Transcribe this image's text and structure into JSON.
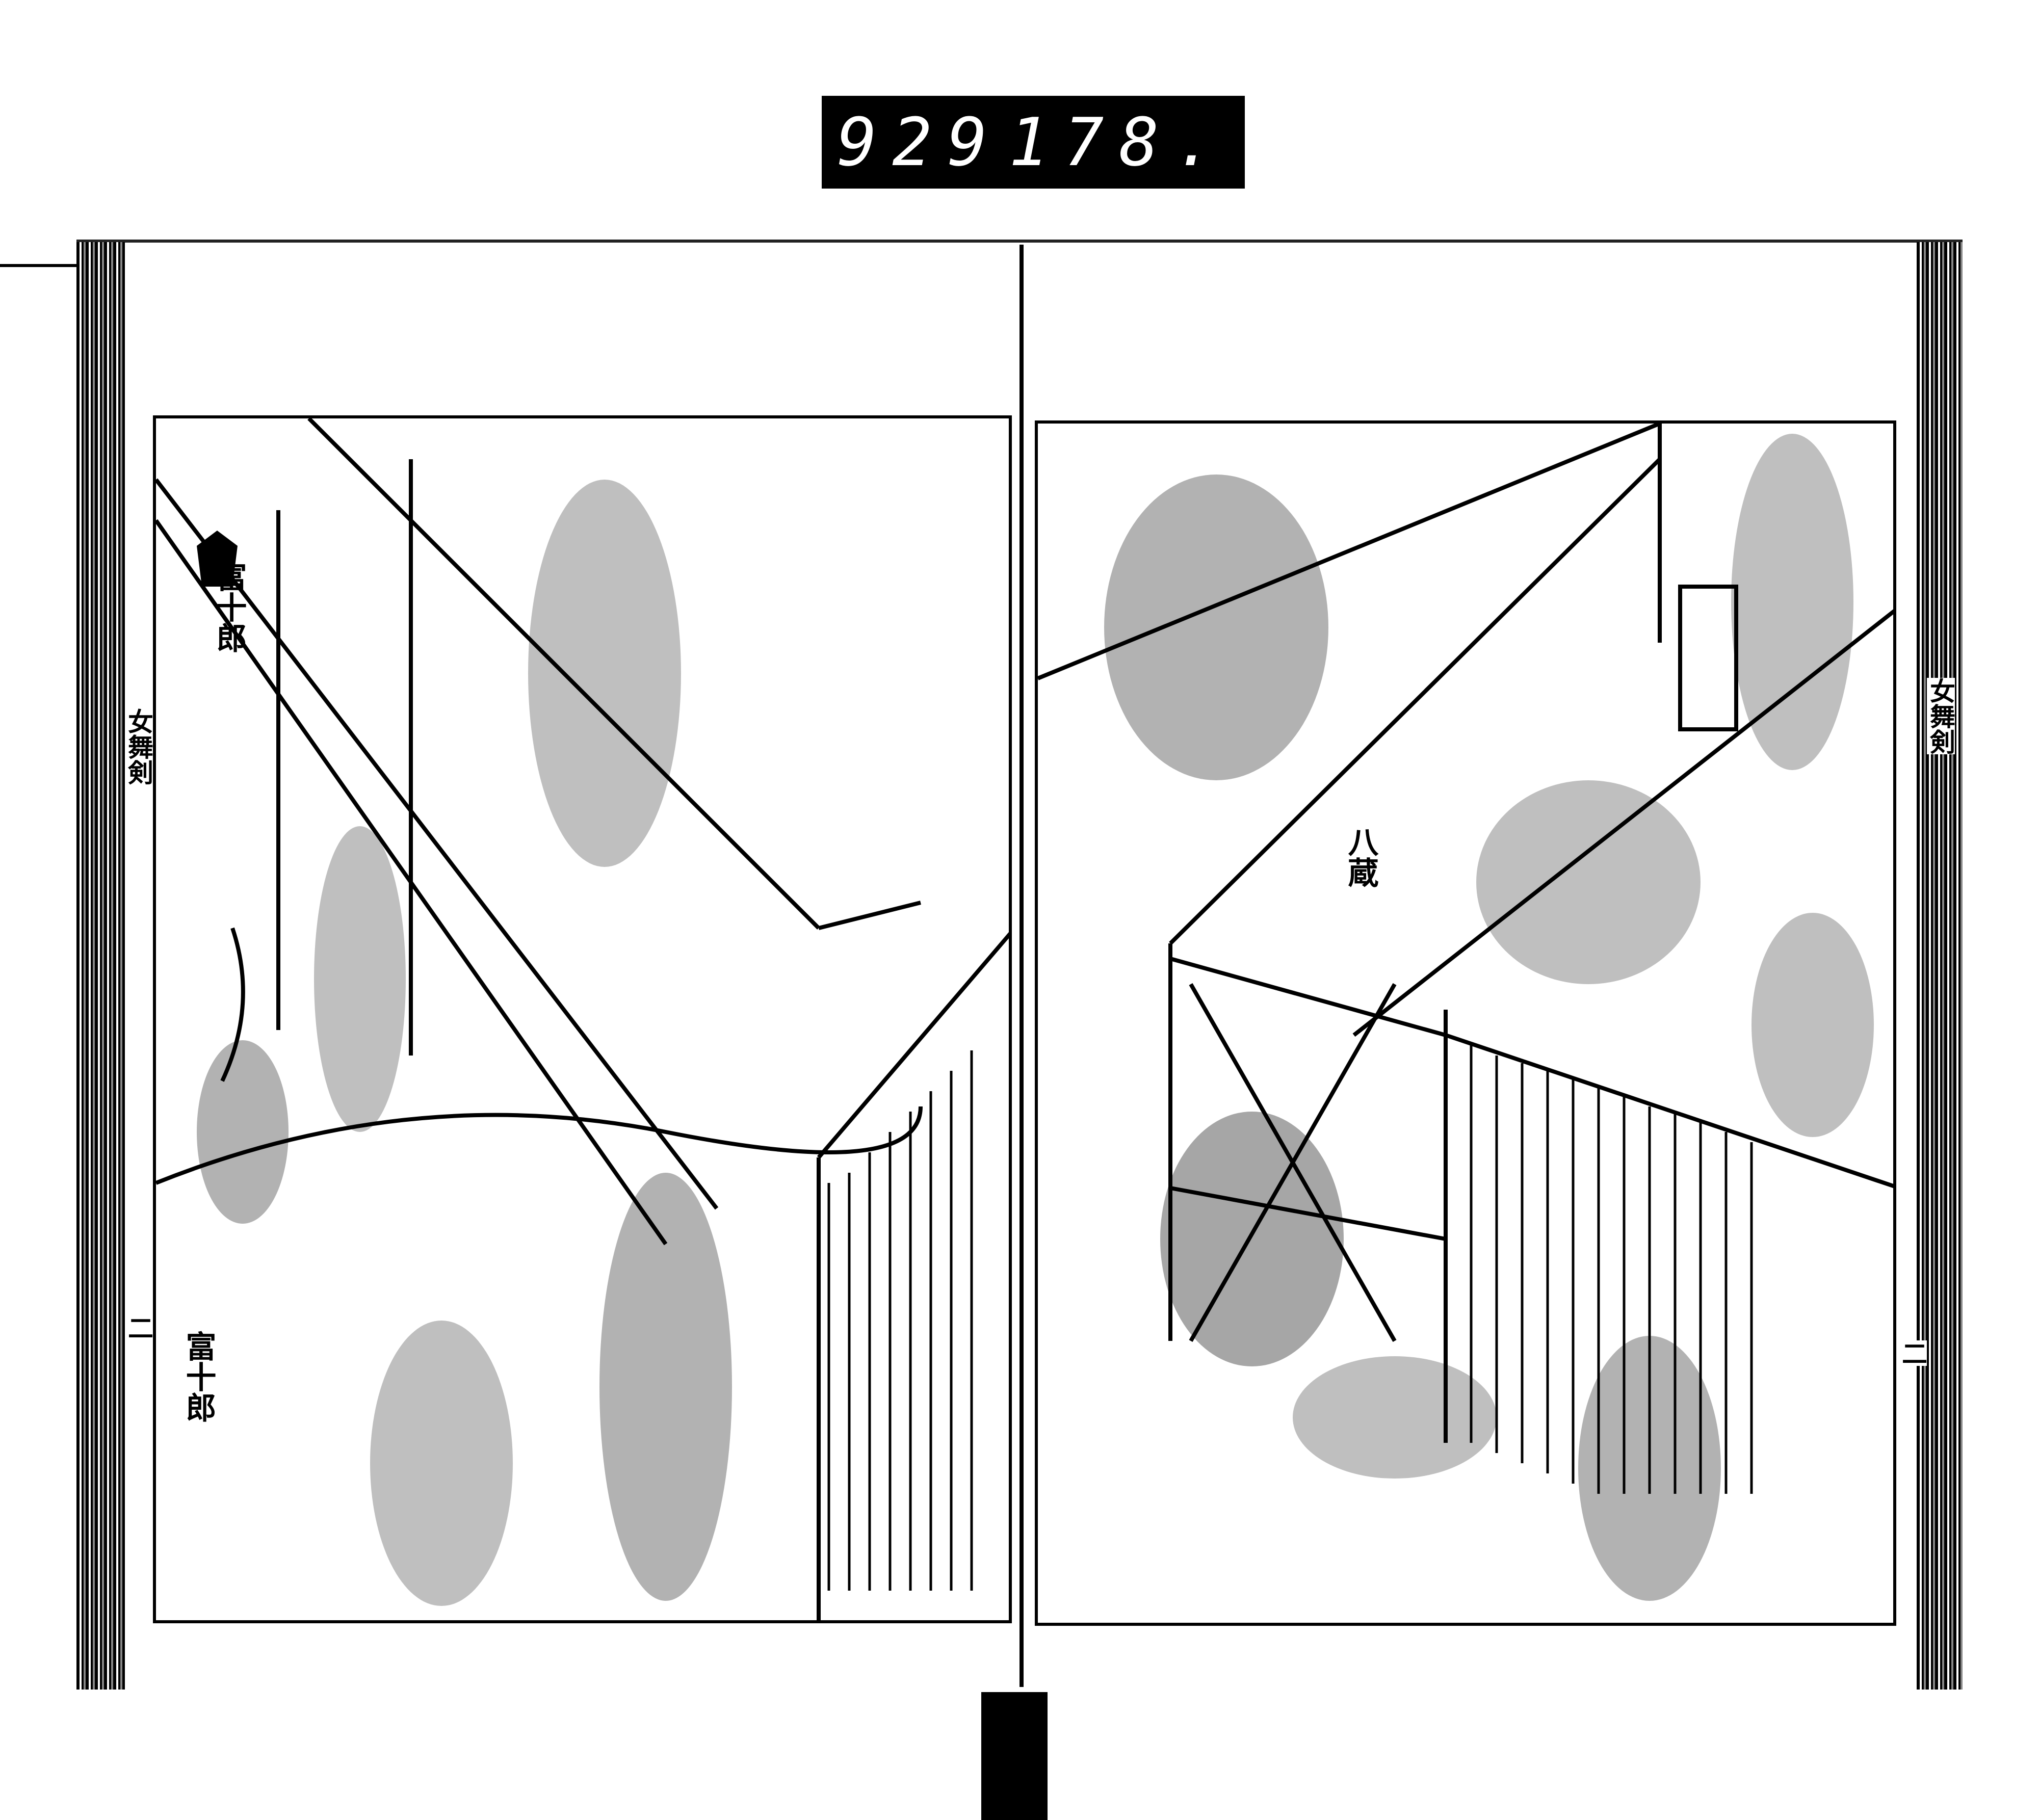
{
  "label": {
    "left_number": "929",
    "right_number": "178."
  },
  "margin_titles": {
    "left": "女舞剣",
    "right": "女舞剣"
  },
  "captions": {
    "left_sign": "富十郎",
    "left_bottom": "富十郎",
    "right_sign": "八蔵"
  },
  "folio_marks": {
    "left": "二",
    "right": "二"
  }
}
